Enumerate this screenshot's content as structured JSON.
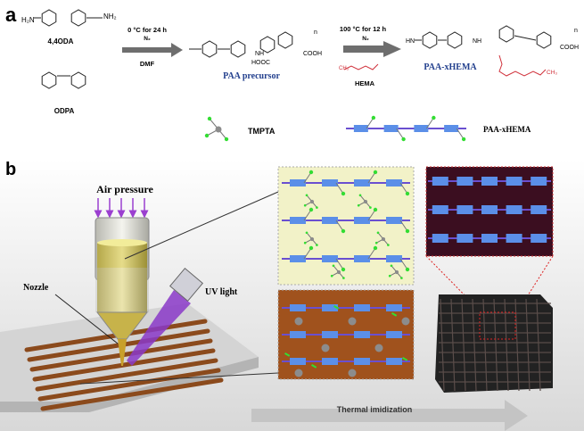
{
  "panel_a": {
    "label": "a",
    "oda_left": "H₂N",
    "oda_right": "NH₂",
    "oda_name": "4,4ODA",
    "odpa_name": "ODPA",
    "step1_condition": "0 °C for 24 h",
    "step1_gas": "N₂",
    "step1_solvent": "DMF",
    "paa_name": "PAA precursor",
    "step2_condition": "100 °C for 12 h",
    "step2_gas": "N₂",
    "hema_name": "HEMA",
    "product_name": "PAA-xHEMA",
    "cooh": "COOH",
    "hooc": "HOOC",
    "nh": "NH",
    "hn": "HN",
    "ch3": "CH₃",
    "n": "n",
    "tmpta_name": "TMPTA",
    "chain_name": "PAA-xHEMA"
  },
  "panel_b": {
    "label": "b",
    "air_pressure": "Air pressure",
    "nozzle": "Nozzle",
    "uv_light": "UV light",
    "thermal": "Thermal imidization"
  },
  "colors": {
    "blue_block": "#5b8fe8",
    "chain_line": "#6a4fd0",
    "green_end": "#33dd33",
    "tmpta_core": "#8c8c8c",
    "arrow_purple": "#9b3fd0",
    "title_blue": "#23408e",
    "hema_red": "#d0303a",
    "yellow_bg": "#f2f2c8",
    "brown_bg": "#a0521d",
    "dark_bg": "#3b0e20",
    "filament": "#8b4a1c"
  }
}
